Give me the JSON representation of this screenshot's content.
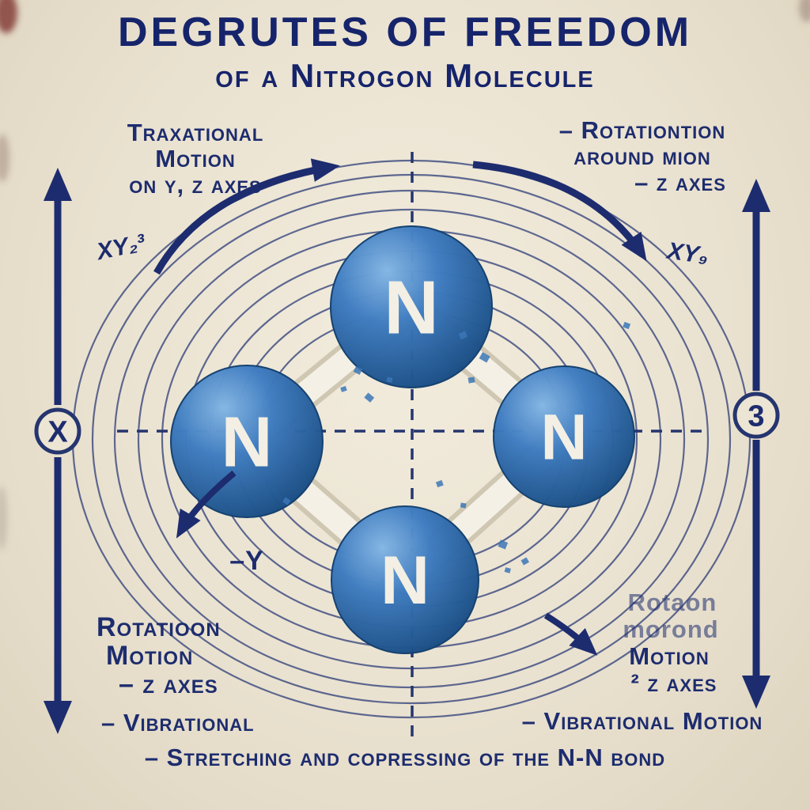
{
  "title": {
    "line1": "DEGRUTES OF FREEDOM",
    "line2": "of a Nitrogon Molecule"
  },
  "labels": {
    "top_left": {
      "line1": "Traxational",
      "line2": "Motion",
      "line3": "on y, z axes",
      "formula": "XY₂³"
    },
    "top_right": {
      "line1": "– Rotationtion",
      "line2": "around mion",
      "line3": "– z axes",
      "formula": "XY₉"
    },
    "center_left": "–Y",
    "bottom_left": {
      "line1": "Rotatioon",
      "line2": "Motion",
      "line3": "– z axes"
    },
    "bottom_right": {
      "line1": "Rotaon",
      "line2": "morond",
      "line3": "Motion",
      "line4": "² z axes"
    },
    "left_badge": "X",
    "right_badge": "3"
  },
  "footer": {
    "vibrational_left": "– Vibrational",
    "vibrational_right": "– Vibrational Motion",
    "stretching": "– Stretching and copressing of the N-N bond"
  },
  "atoms": [
    {
      "label": "N"
    },
    {
      "label": "N"
    },
    {
      "label": "N"
    },
    {
      "label": "N"
    }
  ],
  "colors": {
    "background": "#ece4d2",
    "ink": "#1d2c6e",
    "atom_dark": "#17518f",
    "atom_light": "#7db2e2",
    "bond": "#f4f0e5"
  }
}
